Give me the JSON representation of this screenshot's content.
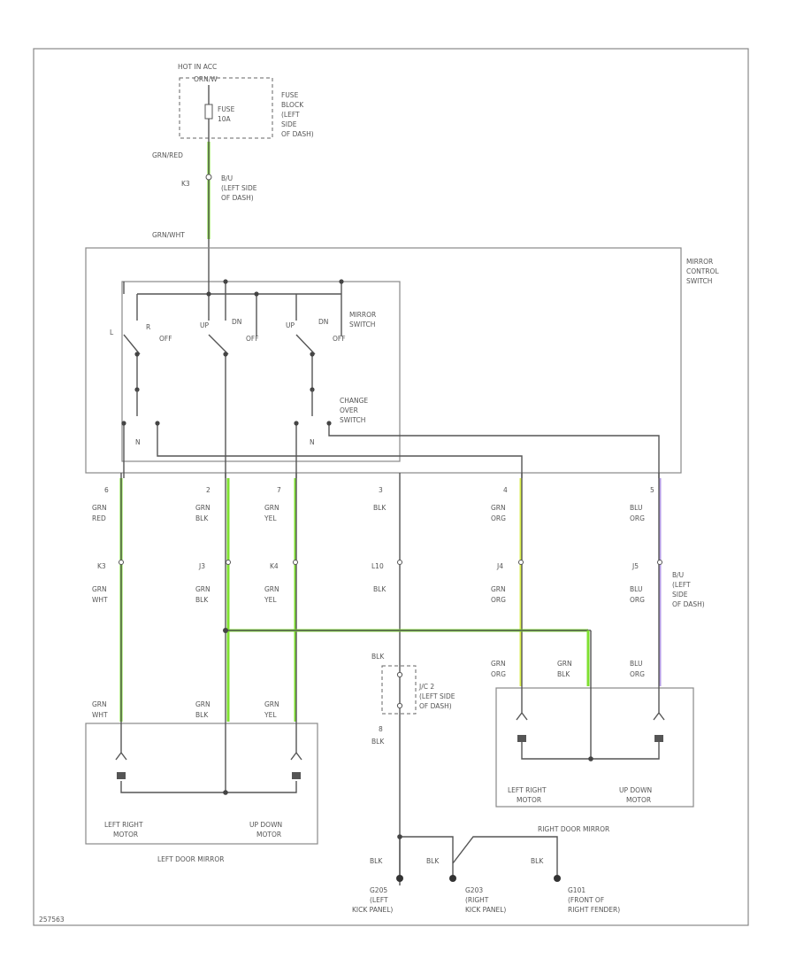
{
  "colors": {
    "grn": "#7fe030",
    "yel": "#d9ee4c",
    "ble": "#b59ce6",
    "wire": "#555555"
  },
  "hot": "HOT IN ACC",
  "orn": "ORN/W",
  "fuse": {
    "label1": "FUSE",
    "label2": "10A",
    "block": [
      "FUSE",
      "BLOCK",
      "(LEFT",
      "SIDE",
      "OF DASH)"
    ]
  },
  "top": {
    "w1": "GRN/RED",
    "conn": "K3",
    "dash": [
      "B/U",
      "(LEFT SIDE",
      "OF DASH)"
    ],
    "w2": "GRN/WHT"
  },
  "ctrl": {
    "title": [
      "MIRROR",
      "CONTROL",
      "SWITCH"
    ],
    "msw": [
      "MIRROR",
      "SWITCH"
    ],
    "chg": [
      "CHANGE",
      "OVER",
      "SWITCH"
    ]
  },
  "sw": {
    "l": "L",
    "r": "R",
    "off": "OFF",
    "up": "UP",
    "dn": "DN",
    "n": "N"
  },
  "pins": [
    "6",
    "2",
    "7",
    "3",
    "4",
    "5"
  ],
  "wcol": [
    {
      "w1": "GRN",
      "w2": "RED",
      "conn": "K3",
      "l1": "GRN",
      "l2": "WHT"
    },
    {
      "w1": "GRN",
      "w2": "BLK",
      "conn": "J3",
      "l1": "GRN",
      "l2": "BLK"
    },
    {
      "w1": "GRN",
      "w2": "YEL",
      "conn": "K4",
      "l1": "GRN",
      "l2": "YEL"
    },
    {
      "w1": "BLK",
      "w2": "",
      "conn": "L10",
      "l1": "BLK",
      "l2": ""
    },
    {
      "w1": "GRN",
      "w2": "ORG",
      "conn": "J4",
      "l1": "GRN",
      "l2": "ORG"
    },
    {
      "w1": "BLU",
      "w2": "ORG",
      "conn": "J5",
      "l1": "BLU",
      "l2": "ORG"
    }
  ],
  "rdash": [
    "B/U",
    "(LEFT",
    "SIDE",
    "OF DASH)"
  ],
  "mid": {
    "blk": "BLK",
    "j": "J/C 2",
    "jn": [
      "(LEFT SIDE",
      "OF DASH)"
    ],
    "b8": "8",
    "blk2": "BLK"
  },
  "lmir": {
    "w": [
      [
        "GRN",
        "WHT"
      ],
      [
        "GRN",
        "BLK"
      ],
      [
        "GRN",
        "YEL"
      ]
    ],
    "m1": [
      "LEFT RIGHT",
      "MOTOR"
    ],
    "m2": [
      "UP DOWN",
      "MOTOR"
    ],
    "name": "LEFT DOOR MIRROR"
  },
  "rmir": {
    "w": [
      [
        "GRN",
        "ORG"
      ],
      [
        "GRN",
        "BLK"
      ],
      [
        "BLU",
        "ORG"
      ]
    ],
    "m1": [
      "LEFT RIGHT",
      "MOTOR"
    ],
    "m2": [
      "UP DOWN",
      "MOTOR"
    ],
    "name": "RIGHT DOOR MIRROR"
  },
  "grounds": [
    {
      "w": "BLK",
      "id": "G205",
      "loc": [
        "(LEFT",
        "KICK PANEL)"
      ]
    },
    {
      "w": "BLK",
      "id": "G203",
      "loc": [
        "(RIGHT",
        "KICK PANEL)"
      ]
    },
    {
      "w": "BLK",
      "id": "G101",
      "loc": [
        "(FRONT OF",
        "RIGHT FENDER)"
      ]
    }
  ],
  "code": "257563"
}
